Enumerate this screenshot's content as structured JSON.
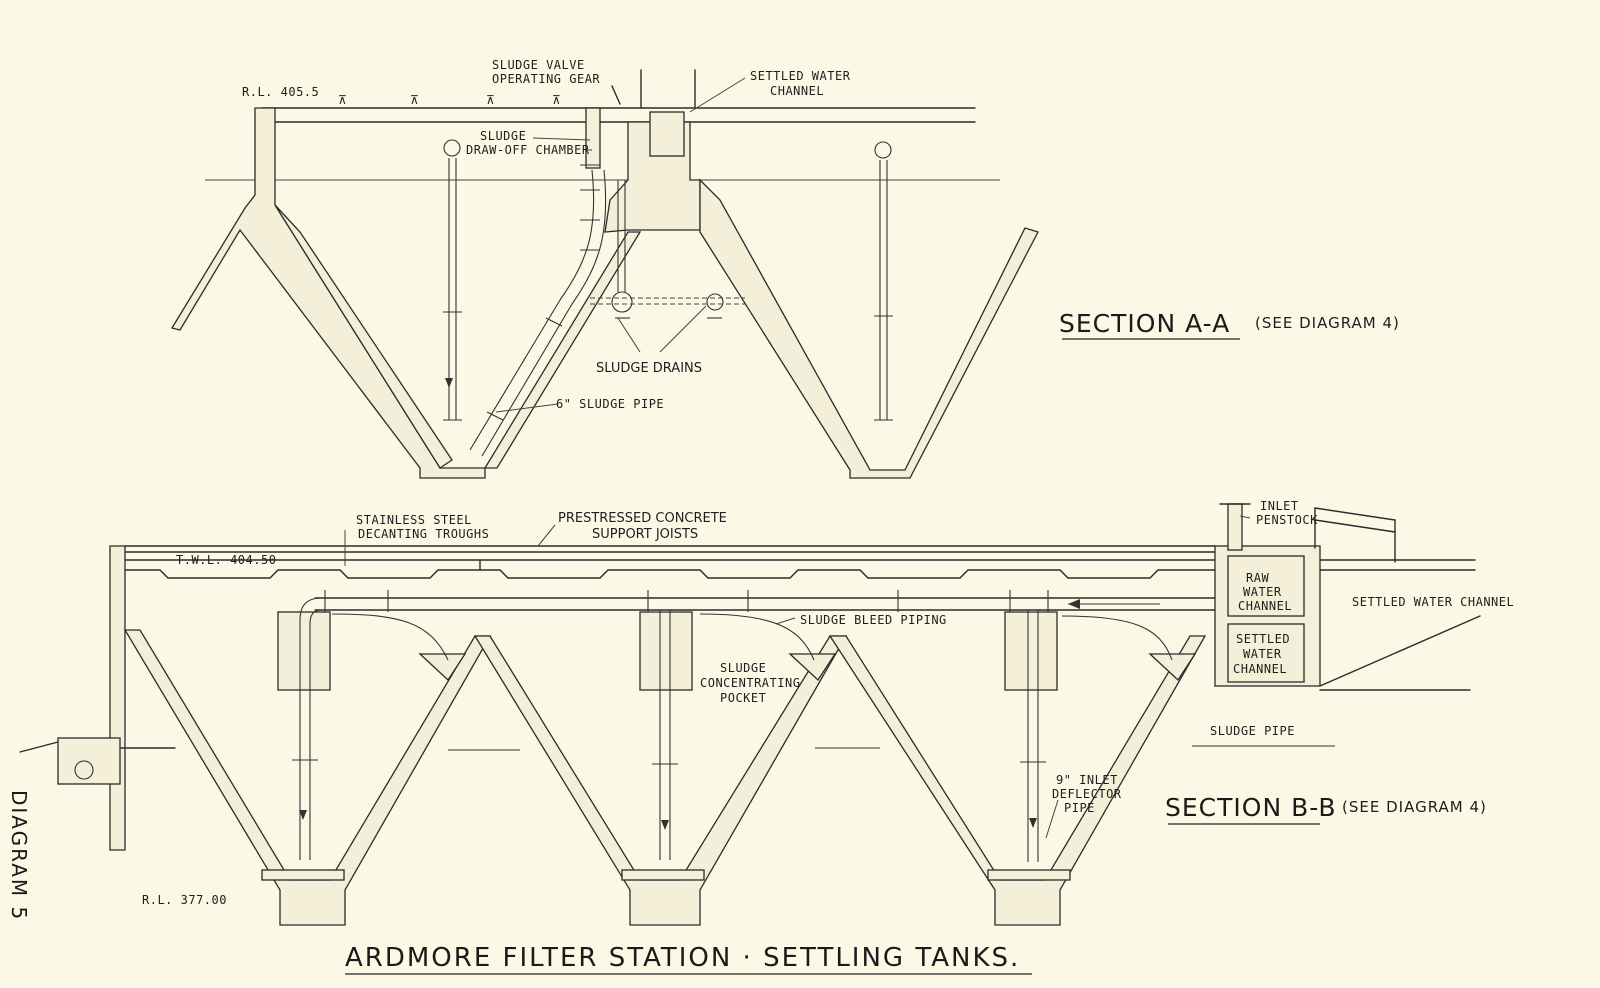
{
  "side_label": "DIAGRAM 5",
  "title": "ARDMORE FILTER STATION · SETTLING TANKS.",
  "section_aa": {
    "heading": "SECTION A-A",
    "note": "(SEE DIAGRAM 4)",
    "labels": {
      "rl_top": "R.L. 405.5",
      "sludge_valve_1": "SLUDGE VALVE",
      "sludge_valve_2": "OPERATING GEAR",
      "settled_water_1": "SETTLED WATER",
      "settled_water_2": "CHANNEL",
      "drawoff_1": "SLUDGE",
      "drawoff_2": "DRAW-OFF CHAMBER",
      "sludge_drains": "SLUDGE DRAINS",
      "sludge_pipe_6": "6\" SLUDGE PIPE"
    }
  },
  "section_bb": {
    "heading": "SECTION B-B",
    "note": "(SEE DIAGRAM 4)",
    "labels": {
      "troughs_1": "STAINLESS STEEL",
      "troughs_2": "DECANTING TROUGHS",
      "joists_1": "PRESTRESSED CONCRETE",
      "joists_2": "SUPPORT JOISTS",
      "twl": "T.W.L. 404.50",
      "inlet_1": "INLET",
      "inlet_2": "PENSTOCK",
      "raw_1": "RAW",
      "raw_2": "WATER",
      "raw_3": "CHANNEL",
      "settled_channel_right": "SETTLED WATER CHANNEL",
      "settled_box_1": "SETTLED",
      "settled_box_2": "WATER",
      "settled_box_3": "CHANNEL",
      "bleed": "SLUDGE BLEED PIPING",
      "pocket_1": "SLUDGE",
      "pocket_2": "CONCENTRATING",
      "pocket_3": "POCKET",
      "sludge_pipe": "SLUDGE PIPE",
      "deflector_1": "9\" INLET",
      "deflector_2": "DEFLECTOR",
      "deflector_3": "PIPE",
      "rl_bottom": "R.L. 377.00"
    }
  }
}
